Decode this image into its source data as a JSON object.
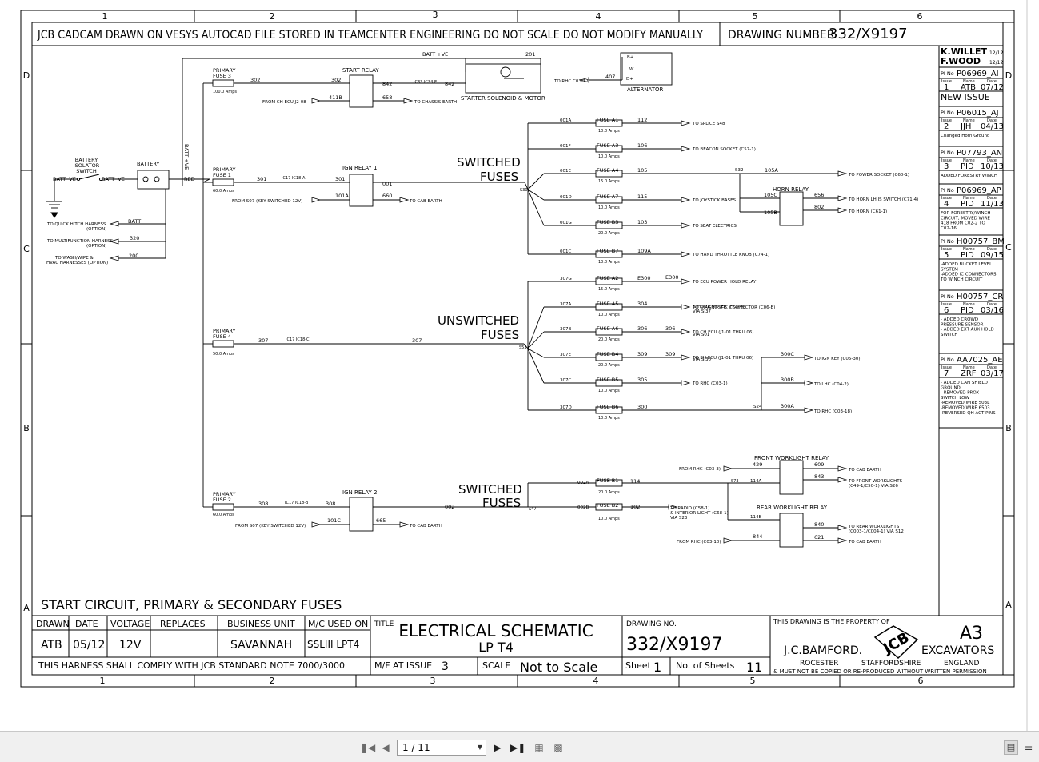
{
  "viewer": {
    "page_indicator": "1 / 11",
    "icons": [
      "first-page-icon",
      "prev-page-icon",
      "next-page-icon",
      "last-page-icon",
      "single-page-view-icon",
      "continuous-view-icon"
    ]
  },
  "sheet": {
    "grid_cols": [
      "1",
      "2",
      "3",
      "4",
      "5",
      "6"
    ],
    "grid_rows": [
      "D",
      "C",
      "B",
      "A"
    ],
    "header_note": "JCB CADCAM DRAWN ON VESYS  AUTOCAD FILE STORED IN TEAMCENTER ENGINEERING DO NOT SCALE  DO NOT MODIFY MANUALLY",
    "drawing_number_label": "DRAWING NUMBER",
    "drawing_number": "332/X9197",
    "sheet_caption": "START CIRCUIT, PRIMARY & SECONDARY FUSES"
  },
  "title_block": {
    "headers": {
      "drawn": "DRAWN",
      "date": "DATE",
      "voltage": "VOLTAGE",
      "replaces": "REPLACES",
      "business_unit": "BUSINESS UNIT",
      "mc_used_on": "M/C USED ON",
      "title": "TITLE",
      "drawing_no": "DRAWING NO."
    },
    "values": {
      "drawn": "ATB",
      "date": "05/12",
      "voltage": "12V",
      "replaces": "",
      "business_unit": "SAVANNAH",
      "mc_used_on": "SSLIII LPT4"
    },
    "title_line1": "ELECTRICAL SCHEMATIC",
    "title_line2": "LP T4",
    "drawing_no": "332/X9197",
    "compliance": "THIS HARNESS SHALL COMPLY WITH JCB STANDARD NOTE 7000/3000",
    "mf_label": "M/F AT ISSUE",
    "mf_value": "3",
    "scale_label": "SCALE",
    "scale_value": "Not to Scale",
    "sheet_label": "Sheet",
    "sheet_value": "1",
    "sheets_label": "No. of Sheets",
    "sheets_value": "11",
    "property_note": "THIS DRAWING IS THE PROPERTY OF",
    "company": "J.C.BAMFORD.",
    "size": "A3",
    "division": "EXCAVATORS",
    "place1": "ROCESTER",
    "place2": "STAFFORDSHIRE",
    "place3": "ENGLAND",
    "copy_note": "& MUST NOT BE COPIED OR RE-PRODUCED WITHOUT WRITTEN PERMISSION",
    "logo_text": "JCB"
  },
  "revisions": {
    "signatures": [
      "K.WILLET",
      "F.WOOD"
    ],
    "sig_dates": [
      "12/12",
      "12/12"
    ],
    "col_headers": {
      "issue": "Issue",
      "name": "Name",
      "date": "Date"
    },
    "pi_label": "PI No",
    "items": [
      {
        "pi": "P06969_AI",
        "issue": "1",
        "name": "ATB",
        "date": "07/12",
        "notes": [
          "NEW  ISSUE"
        ]
      },
      {
        "pi": "P06015_AJ",
        "issue": "2",
        "name": "JJH",
        "date": "04/13",
        "notes": [
          "Changed Horn Ground"
        ]
      },
      {
        "pi": "P07793_AN",
        "issue": "3",
        "name": "PID",
        "date": "10/13",
        "notes": [
          "ADDED FORESTRY WINCH"
        ]
      },
      {
        "pi": "P06969_AP",
        "issue": "4",
        "name": "PID",
        "date": "11/13",
        "notes": [
          "FOR FORESTRY/WINCH",
          "CIRCUIT, MOVED WIRE",
          "418 FROM C02-2 TO",
          "C02-16"
        ]
      },
      {
        "pi": "H00757_BM",
        "issue": "5",
        "name": "PID",
        "date": "09/15",
        "notes": [
          "-ADDED BUCKET LEVEL",
          "SYSTEM",
          "-ADDED IC CONNECTORS",
          "TO WINCH CIRCUIT"
        ]
      },
      {
        "pi": "H00757_CR",
        "issue": "6",
        "name": "PID",
        "date": "03/16",
        "notes": [
          "- ADDED CROWD",
          "PRESSURE SENSOR",
          "- ADDED EXT AUX HOLD",
          "SWITCH"
        ]
      },
      {
        "pi": "AA7025_AE",
        "issue": "7",
        "name": "ZRF",
        "date": "03/17",
        "notes": [
          "- ADDED CAN SHIELD",
          "GROUND",
          "- REMOVED PROX",
          "SWITCH LOW",
          "-REMOVED WIRE 503L",
          "-REMOVED WIRE 6503",
          "-REVERSED QH ACT PINS"
        ]
      }
    ]
  },
  "schematic": {
    "batt_ve": "BATT +VE",
    "batt_ve_vert": "BATT +VE",
    "wire_201": "201",
    "batt_neg": "BATT -VE",
    "batt_neg2": "BATT -VE",
    "red": "RED",
    "battery_isolator_l1": "BATTERY",
    "battery_isolator_l2": "ISOLATOR",
    "battery_isolator_l3": "SWITCH",
    "battery": "BATTERY",
    "batt_wire": "BATT",
    "quick_hitch": "TO QUICK HITCH HARNESS",
    "quick_hitch_opt": "(OPTION)",
    "multifunction": "TO MULTIFUNCTION HARNESS",
    "multifunction_opt": "(OPTION)",
    "wash_wipe": "TO WASH/WIPE &",
    "hvac": "HVAC HARNESSES (OPTION)",
    "w320": "320",
    "w200": "200",
    "start_relay": "START RELAY",
    "starter": "STARTER SOLENOID & MOTOR",
    "alternator": "ALTERNATOR",
    "to_rhc_c03_17": "TO RHC C03-17",
    "w407": "407",
    "alt_bplus": "B+",
    "alt_w": "W",
    "alt_dplus": "D+",
    "pf3_l1": "PRIMARY",
    "pf3_l2": "FUSE  3",
    "pf3_amps": "100.0 Amps",
    "w302a": "302",
    "w302b": "302",
    "w842a": "842",
    "w842b": "842",
    "ic33": "IC33  IC34-E",
    "from_ch_ecu": "FROM CH ECU J2-08",
    "w411b": "411B",
    "w658": "658",
    "to_chassis_earth": "TO CHASSIS EARTH",
    "pf1_l1": "PRIMARY",
    "pf1_l2": "FUSE  1",
    "pf1_amps": "60.0 Amps",
    "w301a": "301",
    "w301b": "301",
    "ic17a": "IC17  IC18-A",
    "ign_relay1": "IGN RELAY 1",
    "w001": "001",
    "from_s07": "FROM S07 (KEY SWITCHED 12V)",
    "w101a": "101A",
    "w660": "660",
    "to_cab_earth1": "TO CAB EARTH",
    "switched_fuses_l1": "SWITCHED",
    "switched_fuses_l2": "FUSES",
    "s30": "S30",
    "sw_fuses": [
      {
        "wire_in": "001A",
        "fuse": "FUSE  A1",
        "amps": "10.0 Amps",
        "wire_out": "112",
        "dest": "TO SPLICE S48"
      },
      {
        "wire_in": "001F",
        "fuse": "FUSE  A3",
        "amps": "10.0 Amps",
        "wire_out": "106",
        "dest": "TO BEACON SOCKET (C57-1)"
      },
      {
        "wire_in": "001E",
        "fuse": "FUSE  A4",
        "amps": "15.0 Amps",
        "wire_out": "105",
        "dest": ""
      },
      {
        "wire_in": "001D",
        "fuse": "FUSE  A7",
        "amps": "10.0 Amps",
        "wire_out": "115",
        "dest": "TO JOYSTICK BASES"
      },
      {
        "wire_in": "001G",
        "fuse": "FUSE  B3",
        "amps": "20.0 Amps",
        "wire_out": "103",
        "dest": "TO SEAT ELECTRICS"
      },
      {
        "wire_in": "001C",
        "fuse": "FUSE  B7",
        "amps": "10.0 Amps",
        "wire_out": "109A",
        "dest": "TO HAND THROTTLE KNOB (C74-1)"
      }
    ],
    "s32": "S32",
    "w105a": "105A",
    "to_power_socket": "TO POWER SOCKET (C60-1)",
    "horn_relay": "HORN RELAY",
    "w105c": "105C",
    "w105b": "105B",
    "w656": "656",
    "w802": "802",
    "to_horn_lh": "TO HORN LH JS SWITCH (C71-4)",
    "to_horn": "TO HORN (C61-1)",
    "unswitched_l1": "UNSWITCHED",
    "unswitched_l2": "FUSES",
    "s53": "S53",
    "pf4_l1": "PRIMARY",
    "pf4_l2": "FUSE  4",
    "pf4_amps": "50.0 Amps",
    "w307a": "307",
    "w307b": "307",
    "ic17c": "IC17  IC18-C",
    "un_fuses": [
      {
        "wire_in": "307G",
        "fuse": "FUSE  A2",
        "amps": "15.0 Amps",
        "wire_out": "E300",
        "dest": "TO ECU POWER HOLD RELAY"
      },
      {
        "wire_in": "307A",
        "fuse": "FUSE  A5",
        "amps": "10.0 Amps",
        "wire_out": "304",
        "dest": "TO DIAGNOSTIC CONNECTOR (C06-B)"
      },
      {
        "wire_in": "307B",
        "fuse": "FUSE  A6",
        "amps": "20.0 Amps",
        "wire_out": "306",
        "dest": "TO CH ECU (J1-01 THRU 06)"
      },
      {
        "wire_in": "307E",
        "fuse": "FUSE  B4",
        "amps": "20.0 Amps",
        "wire_out": "309",
        "dest": "TO EH ECU (J1-01 THRU 06)"
      },
      {
        "wire_in": "307C",
        "fuse": "FUSE  B5",
        "amps": "10.0 Amps",
        "wire_out": "305",
        "dest": "TO RHC (C03-1)"
      },
      {
        "wire_in": "307D",
        "fuse": "FUSE  B6",
        "amps": "10.0 Amps",
        "wire_out": "300",
        "dest": ""
      }
    ],
    "hour_meter": "& HOUR METER (HC4-A)",
    "via_sj37": "VIA SJ37",
    "via_s01": "VIA S01",
    "via_sj30": "VIA SJ30",
    "w306b": "306",
    "w309b": "309",
    "we300b": "E300",
    "s24": "S24",
    "w300c": "300C",
    "w300b": "300B",
    "w300a": "300A",
    "to_ign_key": "TO IGN KEY (C05-30)",
    "to_lhc": "TO LHC (C04-2)",
    "to_rhc_c03_18": "TO RHC (C03-18)",
    "pf2_l1": "PRIMARY",
    "pf2_l2": "FUSE  2",
    "pf2_amps": "60.0 Amps",
    "w308a": "308",
    "w308b": "308",
    "ic17b": "IC17  IC18-B",
    "ign_relay2": "IGN RELAY 2",
    "w002": "002",
    "from_s07b": "FROM S07 (KEY SWITCHED 12V)",
    "w101c": "101C",
    "w665": "665",
    "to_cab_earth2": "TO CAB EARTH",
    "switched2_l1": "SWITCHED",
    "switched2_l2": "FUSES",
    "s47": "S47",
    "w002a": "002A",
    "w002b": "002B",
    "fuse_b1": "FUSE  B1",
    "fuse_b1_amps": "20.0 Amps",
    "fuse_b2": "FUSE  B2",
    "fuse_b2_amps": "10.0 Amps",
    "w114": "114",
    "w102": "102",
    "to_radio": "TO RADIO (C58-1)",
    "interior_light": "& INTERIOR LIGHT (C68-1)",
    "via_s23": "VIA S23",
    "front_wl_relay": "FRONT WORKLIGHT RELAY",
    "rear_wl_relay": "REAR WORKLIGHT RELAY",
    "from_rhc_c03_3": "FROM RHC (C03-3)",
    "from_rhc_c03_10": "FROM RHC (C03-10)",
    "w429": "429",
    "w609": "609",
    "w843": "843",
    "w840": "840",
    "w621": "621",
    "w844": "844",
    "s73": "S73",
    "w114a": "114A",
    "w114b": "114B",
    "to_cab_earth3": "TO CAB EARTH",
    "to_front_wl": "TO FRONT WORKLIGHTS",
    "front_wl_sub": "(C49-1/C50-1) VIA S26",
    "to_rear_wl": "TO REAR WORKLIGHTS",
    "rear_wl_sub": "(C003-1/C004-1) VIA S12",
    "to_cab_earth4": "TO CAB EARTH"
  }
}
